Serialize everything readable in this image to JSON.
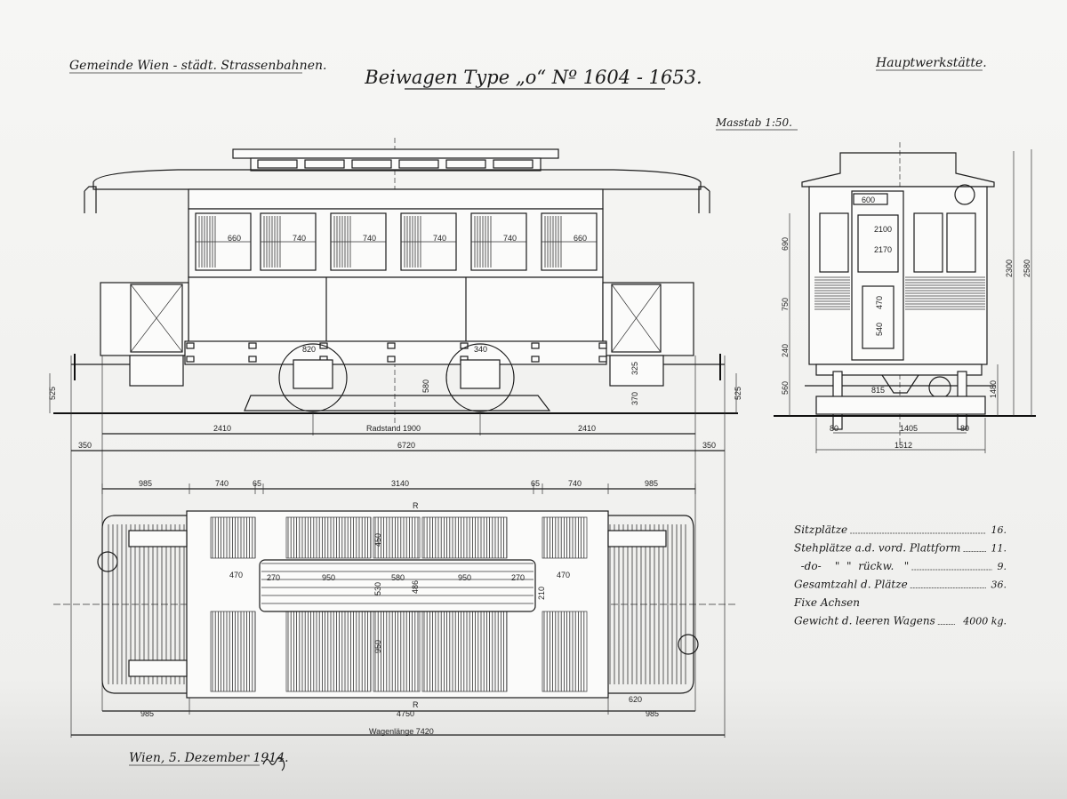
{
  "header": {
    "company": "Gemeinde Wien - städt. Strassenbahnen.",
    "title": "Beiwagen Type „o“ Nº 1604 - 1653.",
    "workshop": "Hauptwerkstätte.",
    "scale": "Masstab 1:50."
  },
  "side_view": {
    "window_widths": [
      "660",
      "740",
      "740",
      "740",
      "740",
      "660"
    ],
    "dims": {
      "truck_left": "820",
      "truck_right": "340",
      "buffer_height_left": "525",
      "buffer_height_right": "525",
      "axle_height": "580",
      "platform_step": "325",
      "step_height": "370"
    },
    "overhang_left": "2410",
    "wheelbase": "Radstand 1900",
    "overhang_right": "2410",
    "end_left": "350",
    "body_length": "6720",
    "end_right": "350",
    "segments": [
      "985",
      "740",
      "65",
      "3140",
      "65",
      "740",
      "985"
    ]
  },
  "plan_view": {
    "labels": {
      "platform_left": "470",
      "platform_right": "470",
      "aisle_left": "270",
      "seat_left": "950",
      "center": "580",
      "seat_right": "950",
      "aisle_right": "270",
      "bench_depth": "450",
      "aisle_width": "530",
      "center_depth": "486",
      "bench_lower": "950",
      "right_small": "210",
      "step": "620",
      "top_mark": "R",
      "bottom_mark": "R"
    },
    "bottom_left": "985",
    "bottom_center": "4750",
    "bottom_right": "985",
    "total_length": "Wagenlänge 7420"
  },
  "end_view": {
    "destination": "600",
    "door_dims": [
      "2100",
      "2170",
      "470",
      "540"
    ],
    "left_dims": [
      "690",
      "750",
      "240",
      "560"
    ],
    "right_dims": [
      "2300",
      "2580",
      "1480"
    ],
    "axle_dim": "815",
    "gauge": "1405",
    "wheel_left": "80",
    "wheel_right": "80",
    "total_width": "1512"
  },
  "specs": [
    {
      "label": "Sitzplätze",
      "value": "16."
    },
    {
      "label": "Stehplätze a.d. vord. Plattform",
      "value": "11."
    },
    {
      "label": "  -do-    \"  \"  rückw.   \"",
      "value": "9."
    },
    {
      "label": "Gesamtzahl d. Plätze",
      "value": "36."
    },
    {
      "label": "Fixe Achsen",
      "value": ""
    },
    {
      "label": "Gewicht d. leeren Wagens",
      "value": "4000 kg."
    }
  ],
  "footer": {
    "date": "Wien, 5. Dezember 1914.",
    "signature": "Hugo"
  }
}
